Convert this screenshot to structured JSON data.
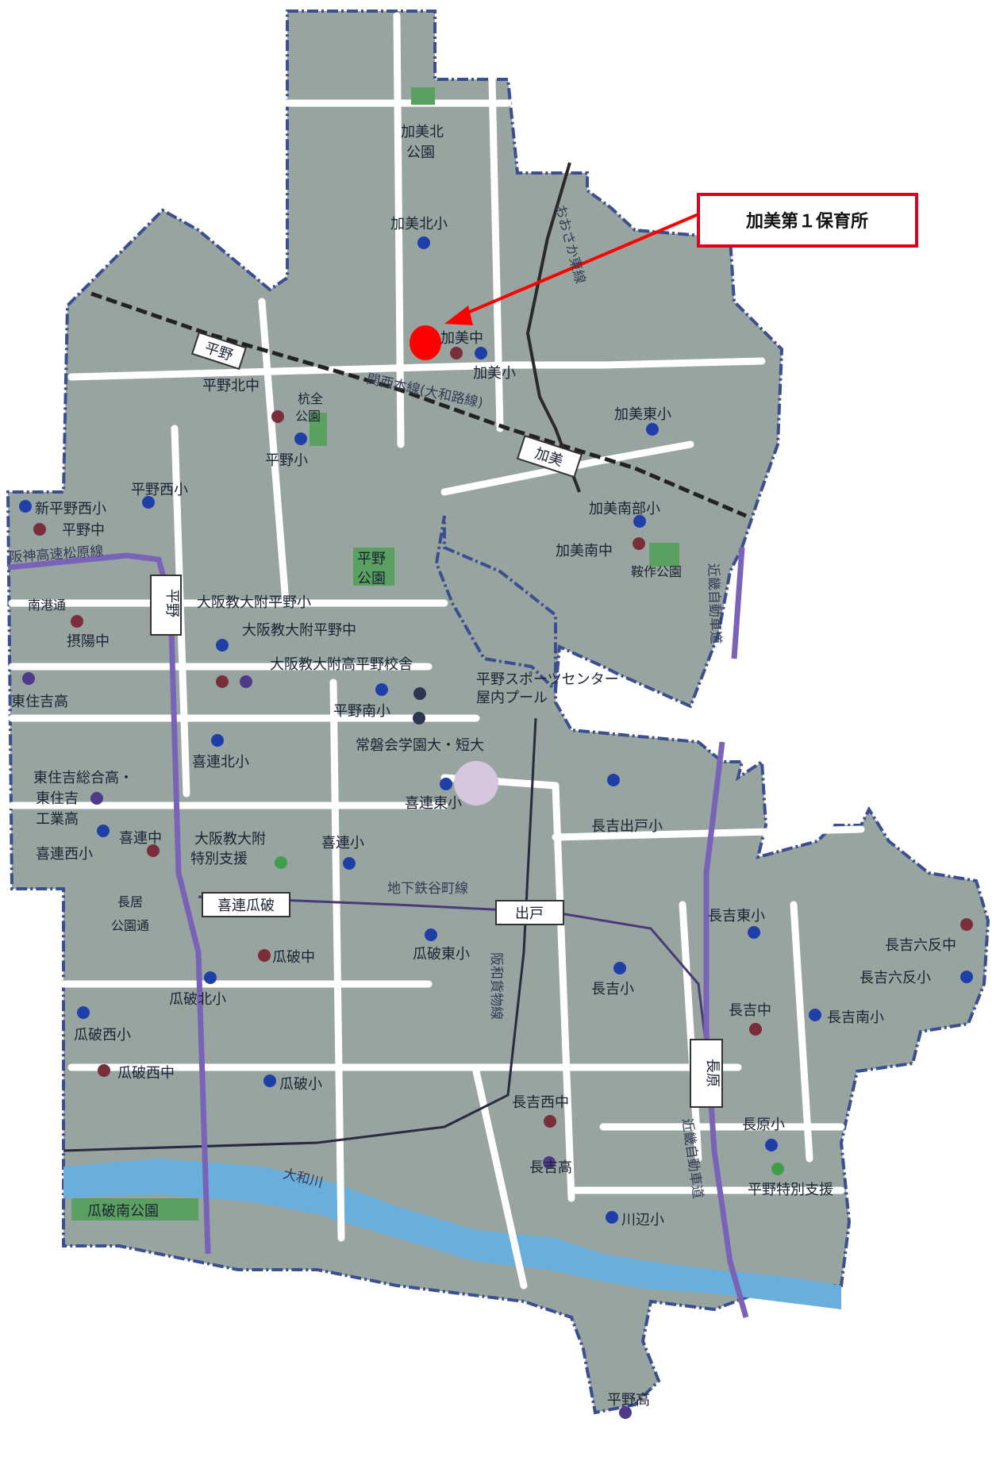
{
  "callout": {
    "label": "加美第１保育所",
    "marker_color": "#ff0000",
    "border_color": "#e0001b"
  },
  "colors": {
    "land": "#97a4a0",
    "road": "#ffffff",
    "border": "#3b4f8f",
    "river": "#6aaedb",
    "park": "#5aa060",
    "school_elem": "#1f3fa8",
    "school_mid": "#7a2e3a",
    "school_high": "#4f3a8a",
    "special": "#3f9e4a",
    "highway": "#7a62b8"
  },
  "schools": [
    {
      "id": "kamikita-sho",
      "name": "加美北小",
      "type": "elem"
    },
    {
      "id": "kami-chu",
      "name": "加美中",
      "type": "mid"
    },
    {
      "id": "kami-sho",
      "name": "加美小",
      "type": "elem"
    },
    {
      "id": "kamihigashi-sho",
      "name": "加美東小",
      "type": "elem"
    },
    {
      "id": "kaminanbu-sho",
      "name": "加美南部小",
      "type": "elem"
    },
    {
      "id": "kaminan-chu",
      "name": "加美南中",
      "type": "mid"
    },
    {
      "id": "hiranokita-chu",
      "name": "平野北中",
      "type": "mid"
    },
    {
      "id": "hirano-sho",
      "name": "平野小",
      "type": "elem"
    },
    {
      "id": "hiranonishi-sho",
      "name": "平野西小",
      "type": "elem"
    },
    {
      "id": "shinhiranonishi-sho",
      "name": "新平野西小",
      "type": "elem"
    },
    {
      "id": "hirano-chu",
      "name": "平野中",
      "type": "mid"
    },
    {
      "id": "setsuyo-chu",
      "name": "摂陽中",
      "type": "mid"
    },
    {
      "id": "higashisumiyoshi-ko",
      "name": "東住吉高",
      "type": "high"
    },
    {
      "id": "daikyo-hirano-sho",
      "name": "大阪教大附平野小",
      "type": "elem"
    },
    {
      "id": "daikyo-hirano-chu",
      "name": "大阪教大附平野中",
      "type": "mid"
    },
    {
      "id": "daikyo-hirano-ko",
      "name": "大阪教大附高平野校舎",
      "type": "high"
    },
    {
      "id": "hiranominami-sho",
      "name": "平野南小",
      "type": "elem"
    },
    {
      "id": "sports-center",
      "name": "平野スポーツセンター",
      "type": "facility"
    },
    {
      "id": "kirekita-sho",
      "name": "喜連北小",
      "type": "elem"
    },
    {
      "id": "tokiwakai",
      "name": "常磐会学園大・短大",
      "type": "univ"
    },
    {
      "id": "kirehigashi-sho",
      "name": "喜連東小",
      "type": "elem"
    },
    {
      "id": "higashisumiyoshi-sogo",
      "name": "東住吉総合高・",
      "type": "high"
    },
    {
      "id": "kirenishi-sho",
      "name": "喜連西小",
      "type": "elem"
    },
    {
      "id": "kire-chu",
      "name": "喜連中",
      "type": "mid"
    },
    {
      "id": "daikyo-tokubetsu",
      "name": "大阪教大附",
      "type": "special"
    },
    {
      "id": "kire-sho",
      "name": "喜連小",
      "type": "elem"
    },
    {
      "id": "nagayoshidedo-sho",
      "name": "長吉出戸小",
      "type": "elem"
    },
    {
      "id": "nagayoshihigashi-sho",
      "name": "長吉東小",
      "type": "elem"
    },
    {
      "id": "nagayoshirokutan-chu",
      "name": "長吉六反中",
      "type": "mid"
    },
    {
      "id": "nagayoshirokutan-sho",
      "name": "長吉六反小",
      "type": "elem"
    },
    {
      "id": "nagayoshi-chu",
      "name": "長吉中",
      "type": "mid"
    },
    {
      "id": "nagayoshiminami-sho",
      "name": "長吉南小",
      "type": "elem"
    },
    {
      "id": "uryuhigashi-sho",
      "name": "瓜破東小",
      "type": "elem"
    },
    {
      "id": "nagayoshi-sho",
      "name": "長吉小",
      "type": "elem"
    },
    {
      "id": "uryu-chu",
      "name": "瓜破中",
      "type": "mid"
    },
    {
      "id": "uryukita-sho",
      "name": "瓜破北小",
      "type": "elem"
    },
    {
      "id": "uryunishi-sho",
      "name": "瓜破西小",
      "type": "elem"
    },
    {
      "id": "uryunishi-chu",
      "name": "瓜破西中",
      "type": "mid"
    },
    {
      "id": "uryu-sho",
      "name": "瓜破小",
      "type": "elem"
    },
    {
      "id": "nagayoshinishi-chu",
      "name": "長吉西中",
      "type": "mid"
    },
    {
      "id": "nagayoshi-ko",
      "name": "長吉高",
      "type": "high"
    },
    {
      "id": "nagahara-sho",
      "name": "長原小",
      "type": "elem"
    },
    {
      "id": "hirano-tokubetsu",
      "name": "平野特別支援",
      "type": "special"
    },
    {
      "id": "kawanabe-sho",
      "name": "川辺小",
      "type": "elem"
    },
    {
      "id": "hirano-ko",
      "name": "平野高",
      "type": "high"
    }
  ],
  "extra_labels": {
    "sports_center_line2": "屋内プール",
    "higashisumiyoshi_line2": "東住吉",
    "higashisumiyoshi_line3": "工業高",
    "daikyo_tokubetsu_line2": "特別支援"
  },
  "parks": {
    "kamikita_line1": "加美北",
    "kamikita_line2": "公園",
    "kuizen_line1": "杭全",
    "kuizen_line2": "公園",
    "hirano_line1": "平野",
    "hirano_line2": "公園",
    "yugesaku": "鞍作公園",
    "uryuminami": "瓜破南公園"
  },
  "lines": {
    "kansai": "関西本線(大和路線)",
    "osaka_higashi": "おおさか東線",
    "hanshin": "阪神高速松原線",
    "kinki1": "近畿自動車道",
    "kinki2": "近畿自動車道",
    "tanimachi": "地下鉄谷町線",
    "hanwa": "阪和貨物線",
    "yamato_river": "大和川",
    "minamiminato": "南港通",
    "nagai_park_line1": "長居",
    "nagai_park_line2": "公園通"
  },
  "stations": {
    "hirano_jr": "平野",
    "kami": "加美",
    "hirano_subway": "平野",
    "kireuryuwari": "喜連瓜破",
    "dedo": "出戸",
    "nagahara": "長原"
  }
}
